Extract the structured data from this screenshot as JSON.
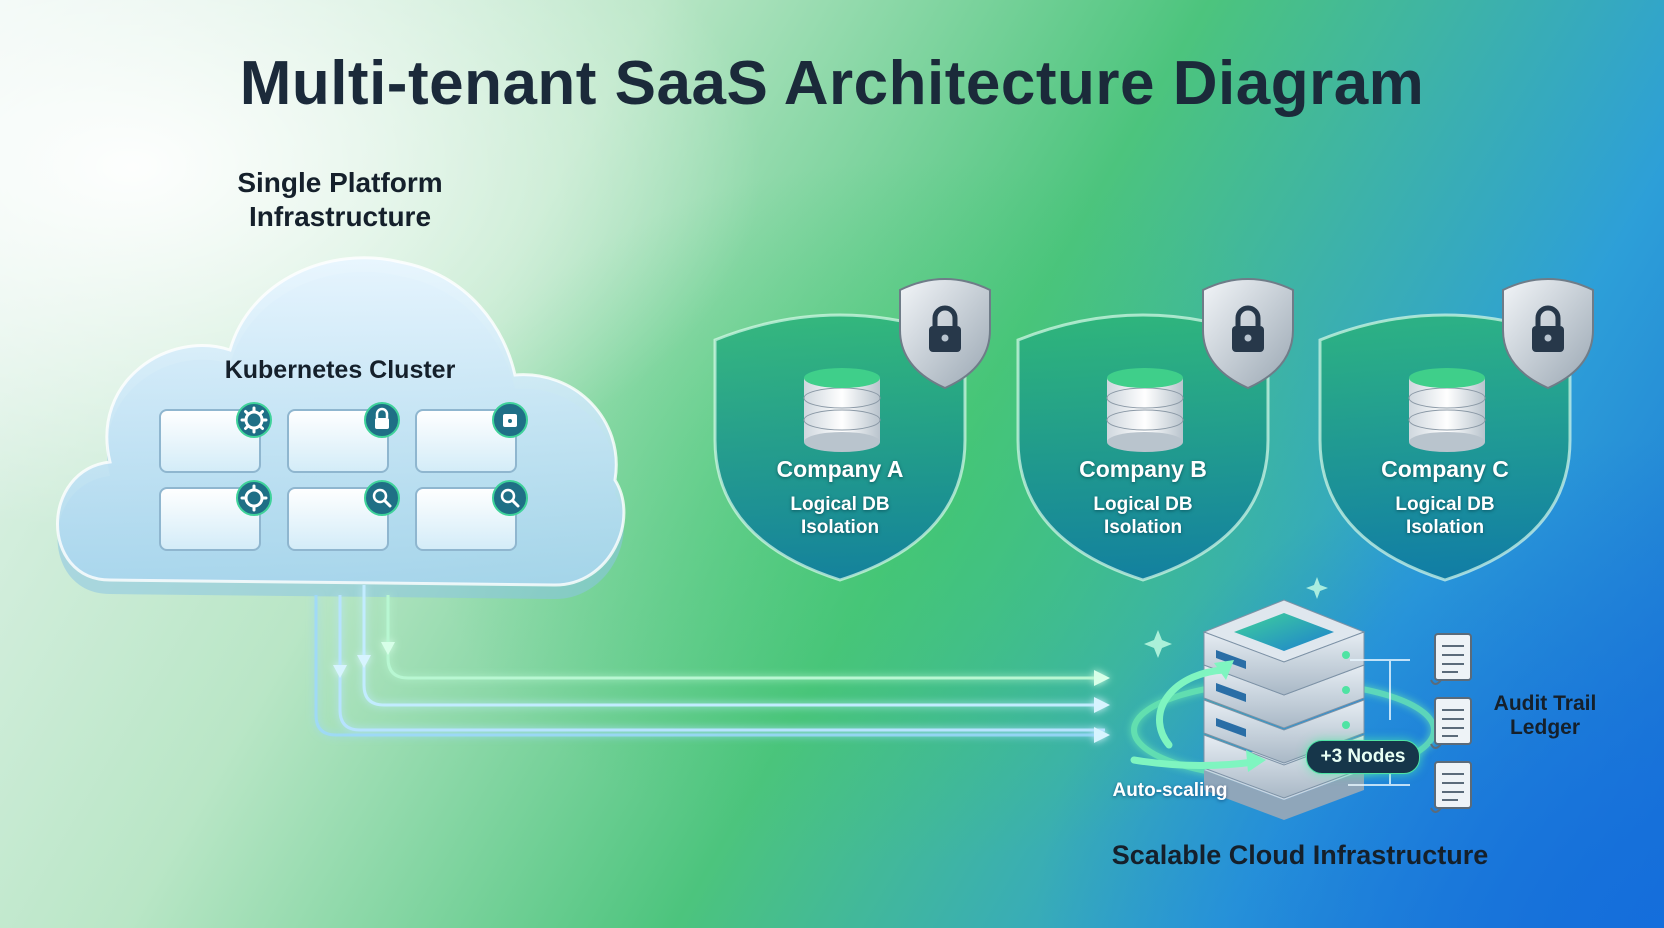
{
  "title": "Multi-tenant SaaS Architecture Diagram",
  "platform": {
    "label": "Single Platform Infrastructure",
    "cluster_label": "Kubernetes Cluster",
    "pods": [
      {
        "icon": "gear-icon"
      },
      {
        "icon": "lock-icon"
      },
      {
        "icon": "lock-icon"
      },
      {
        "icon": "gear-icon"
      },
      {
        "icon": "search-icon"
      },
      {
        "icon": "search-icon"
      }
    ]
  },
  "tenants": [
    {
      "name": "Company A",
      "desc_line1": "Logical DB",
      "desc_line2": "Isolation",
      "icon": "database-icon",
      "badge": "lock-shield-icon"
    },
    {
      "name": "Company B",
      "desc_line1": "Logical DB",
      "desc_line2": "Isolation",
      "icon": "database-icon",
      "badge": "lock-shield-icon"
    },
    {
      "name": "Company C",
      "desc_line1": "Logical DB",
      "desc_line2": "Isolation",
      "icon": "database-icon",
      "badge": "lock-shield-icon"
    }
  ],
  "cloud": {
    "label": "Scalable Cloud Infrastructure",
    "autoscale_label": "Auto-scaling",
    "nodes_badge": "+3 Nodes",
    "audit_label_line1": "Audit Trail",
    "audit_label_line2": "Ledger"
  },
  "colors": {
    "title": "#1b2a3a",
    "shield": "#1f9a6e",
    "flow": "#9cf0c4",
    "accent": "#16364a"
  }
}
